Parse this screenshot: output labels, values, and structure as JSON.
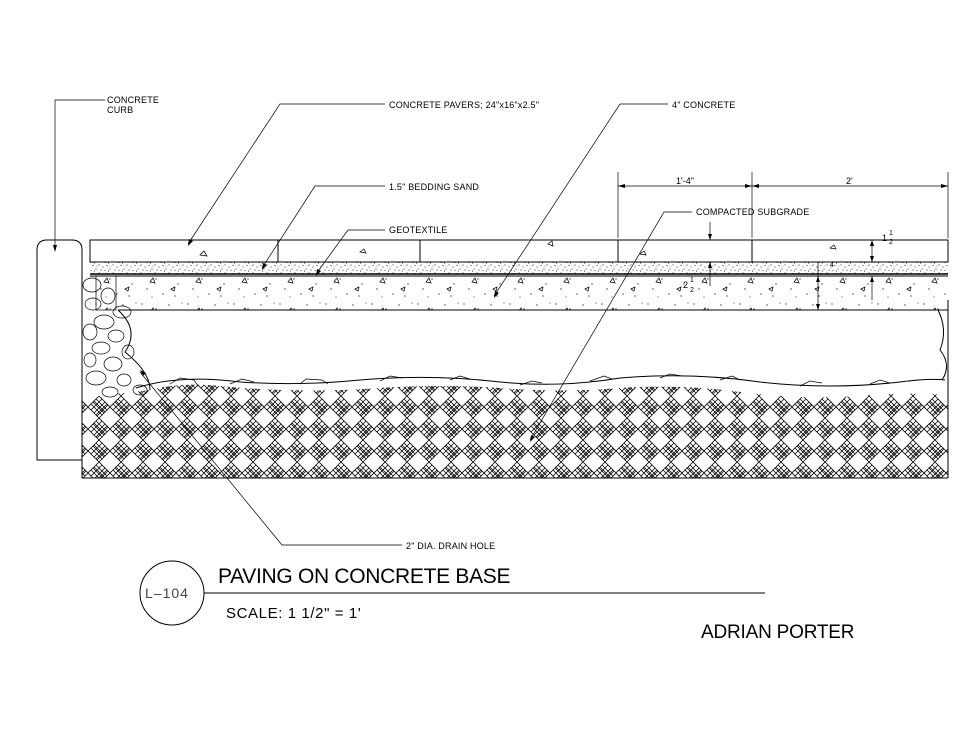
{
  "callouts": {
    "concrete_curb_line1": "CONCRETE",
    "concrete_curb_line2": "CURB",
    "concrete_pavers": "CONCRETE  PAVERS;  24\"x16\"x2.5\"",
    "bedding_sand": "1.5\"  BEDDING SAND",
    "geotextile": "GEOTEXTILE",
    "concrete_4in": "4\"  CONCRETE",
    "compacted_subgrade": "COMPACTED  SUBGRADE",
    "drain_hole": "2\"  DIA.  DRAIN HOLE"
  },
  "dimensions": {
    "span_1": "1'-4\"",
    "span_2": "2'",
    "thickness_a_whole": "1",
    "thickness_a_num": "1",
    "thickness_a_den": "2",
    "thickness_b_whole": "2",
    "thickness_b_num": "1",
    "thickness_b_den": "2",
    "thickness_c": "4"
  },
  "title_block": {
    "detail_number": "L–104",
    "title": "PAVING ON CONCRETE BASE",
    "scale": "SCALE:  1  1/2\"  =  1'",
    "author": "ADRIAN PORTER"
  },
  "colors": {
    "line": "#000000",
    "background": "#ffffff"
  }
}
